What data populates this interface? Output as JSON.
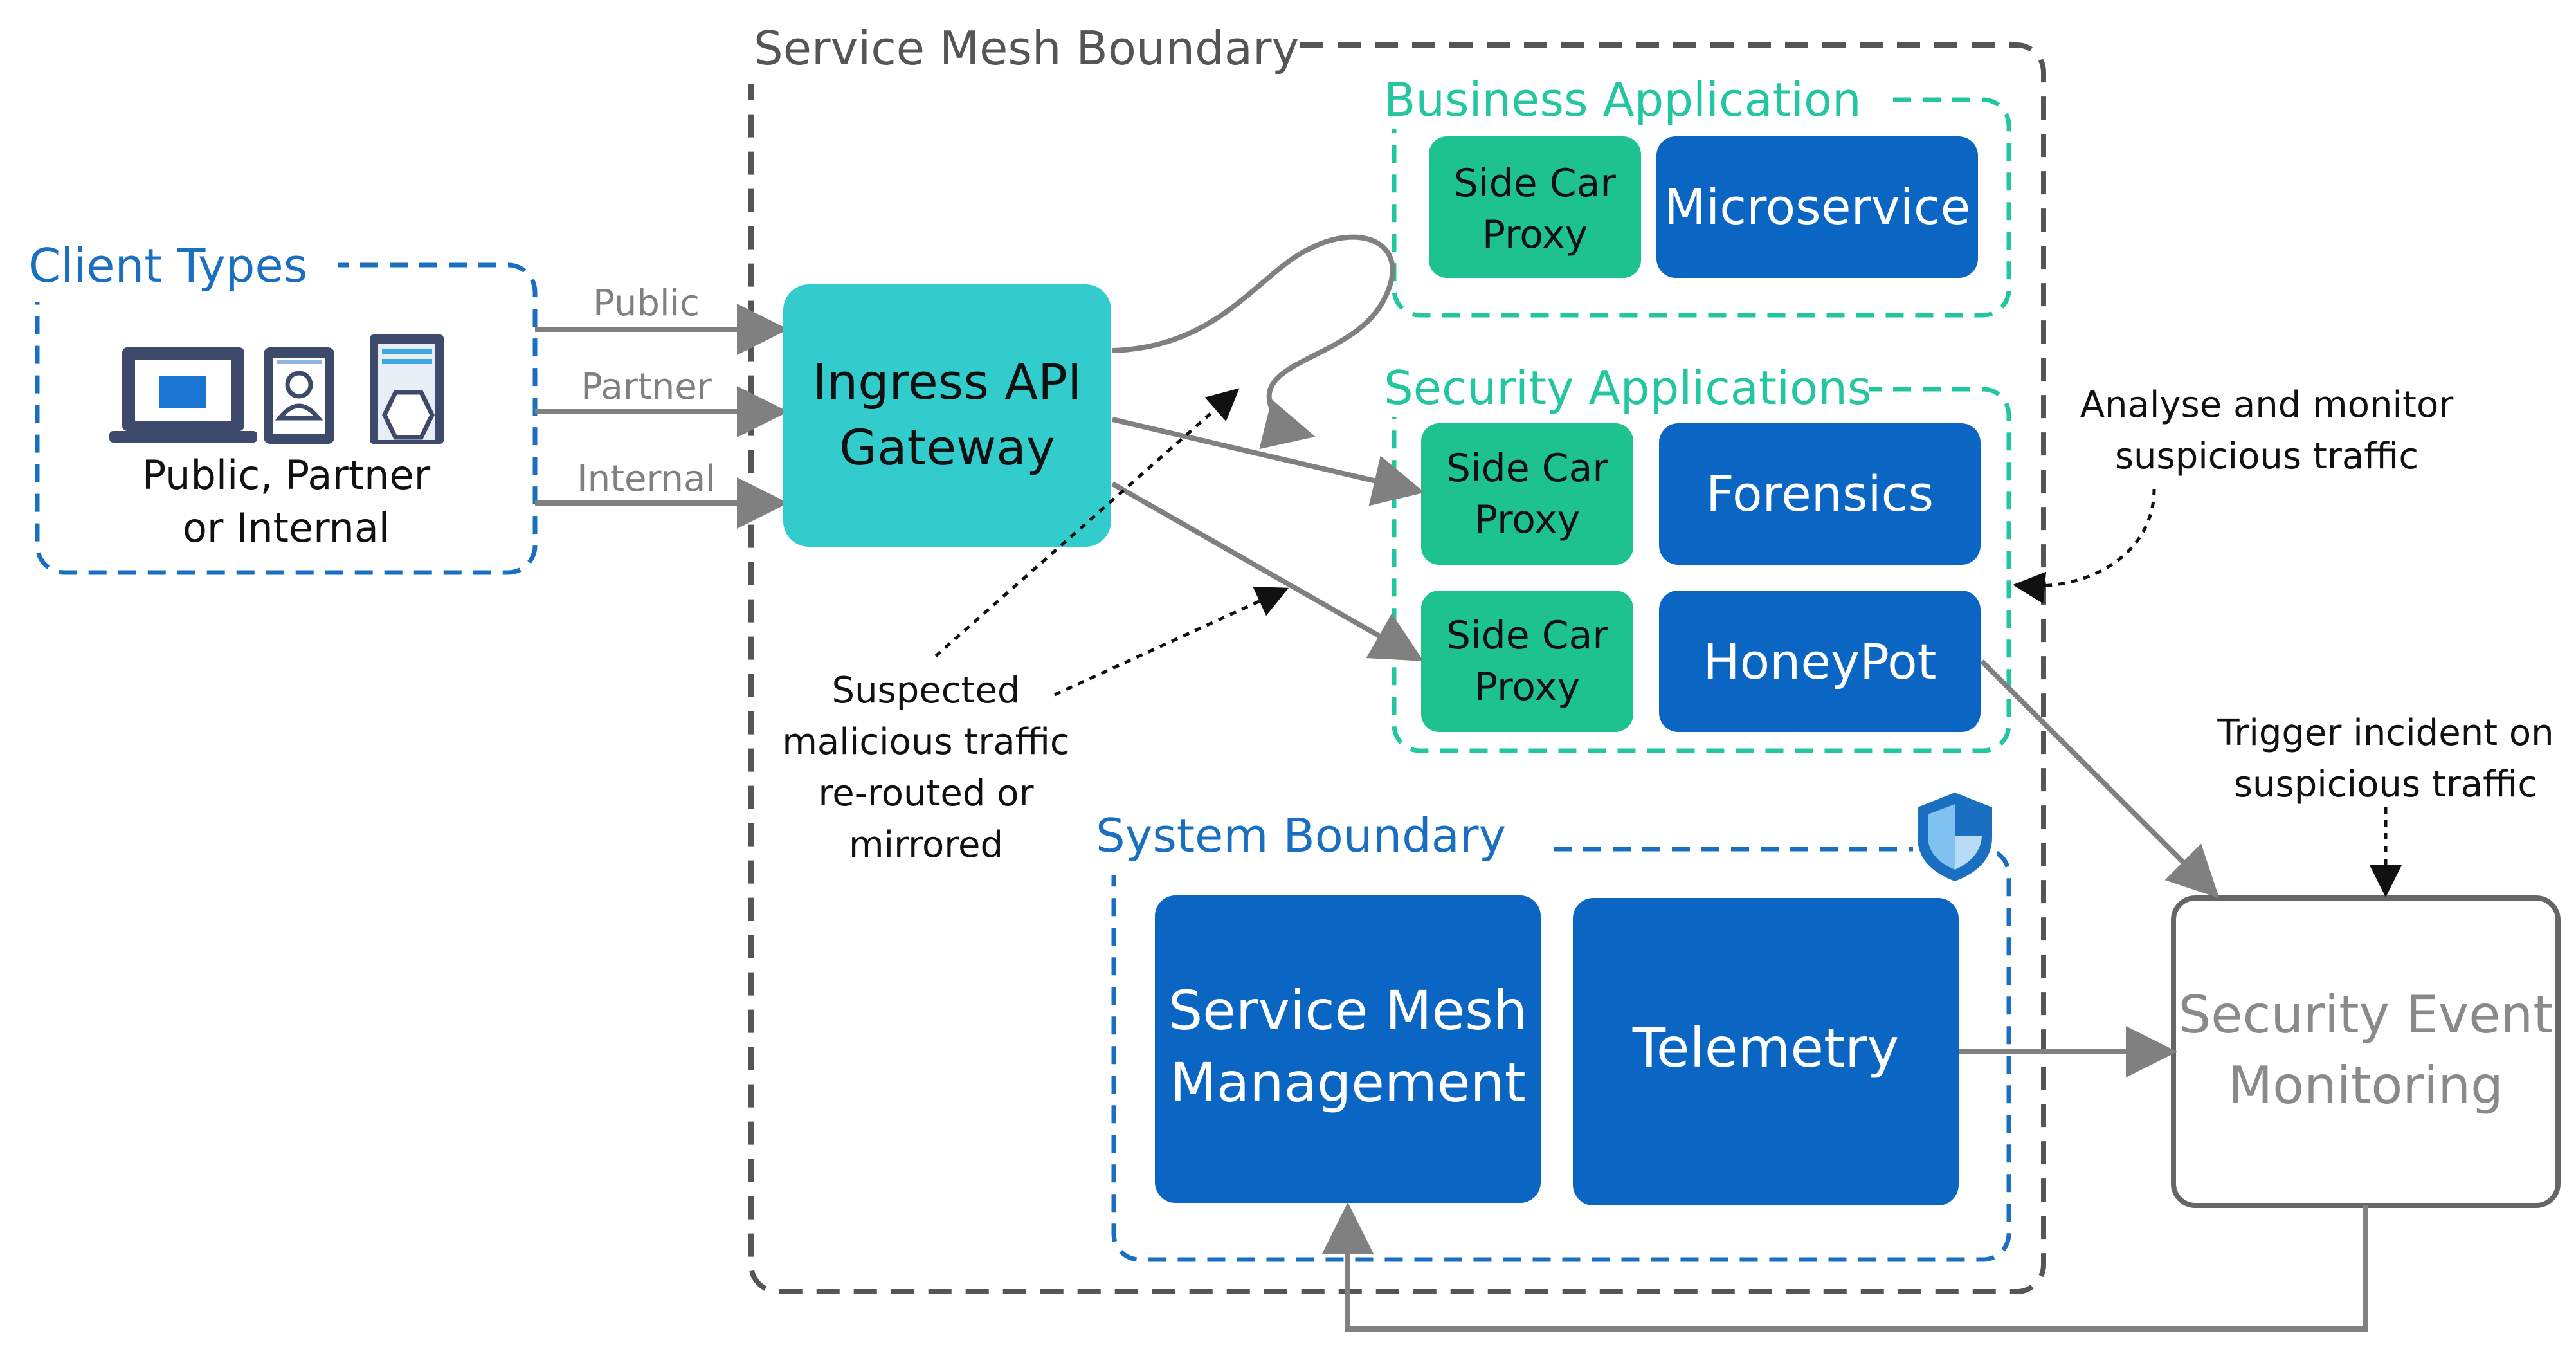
{
  "colors": {
    "dark_blue": "#0a66c2",
    "teal": "#33cccc",
    "green": "#1ec28f",
    "gray_line": "#808080",
    "dashed_dark": "#555555",
    "dashed_blue": "#1a6fc0",
    "dashed_green": "#22c7a0"
  },
  "service_mesh_boundary": {
    "label": "Service Mesh Boundary"
  },
  "client_types": {
    "label": "Client Types",
    "caption_line1": "Public, Partner",
    "caption_line2": "or Internal",
    "icons": [
      "laptop-icon",
      "user-badge-icon",
      "server-icon"
    ]
  },
  "edges": {
    "public": "Public",
    "partner": "Partner",
    "internal": "Internal"
  },
  "gateway": {
    "line1": "Ingress API",
    "line2": "Gateway"
  },
  "business_app": {
    "label": "Business Application",
    "proxy_line1": "Side Car",
    "proxy_line2": "Proxy",
    "service": "Microservice"
  },
  "security_apps": {
    "label": "Security Applications",
    "forensics": {
      "proxy_line1": "Side Car",
      "proxy_line2": "Proxy",
      "service": "Forensics"
    },
    "honeypot": {
      "proxy_line1": "Side Car",
      "proxy_line2": "Proxy",
      "service": "HoneyPot"
    }
  },
  "system_boundary": {
    "label": "System Boundary",
    "icon": "shield-icon",
    "mgmt_line1": "Service Mesh",
    "mgmt_line2": "Management",
    "telemetry": "Telemetry"
  },
  "sem": {
    "line1": "Security Event",
    "line2": "Monitoring"
  },
  "annotations": {
    "suspected": [
      "Suspected",
      "malicious traffic",
      "re-routed or",
      "mirrored"
    ],
    "analyse": [
      "Analyse and monitor",
      "suspicious traffic"
    ],
    "trigger": [
      "Trigger incident on",
      "suspicious traffic"
    ]
  }
}
